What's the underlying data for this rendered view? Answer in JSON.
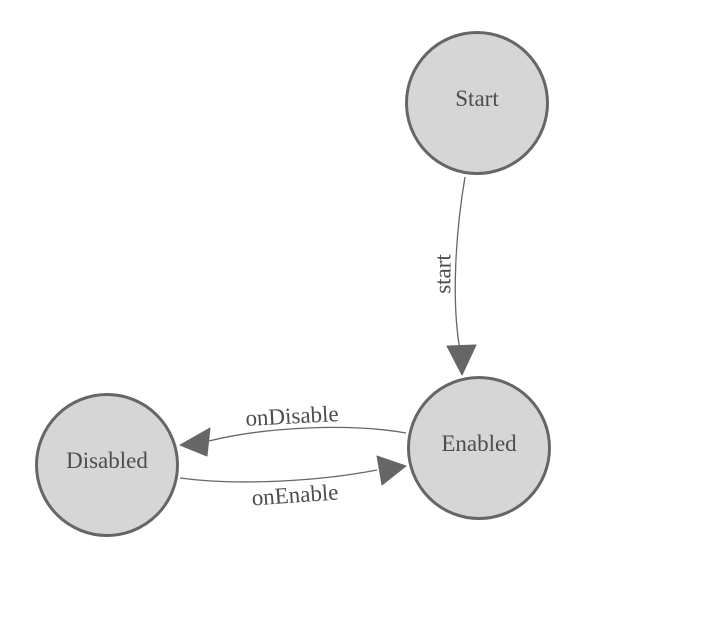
{
  "diagram": {
    "type": "finite-state-machine",
    "colors": {
      "background": "#ffffff",
      "node_fill": "#d6d6d6",
      "node_stroke": "#666666",
      "edge_stroke": "#666666",
      "arrow_fill": "#666666",
      "text": "#4d4d4d"
    },
    "nodes": [
      {
        "id": "start",
        "label": "Start"
      },
      {
        "id": "enabled",
        "label": "Enabled"
      },
      {
        "id": "disabled",
        "label": "Disabled"
      }
    ],
    "edges": [
      {
        "from": "Start",
        "to": "Enabled",
        "label": "start"
      },
      {
        "from": "Enabled",
        "to": "Disabled",
        "label": "onDisable"
      },
      {
        "from": "Disabled",
        "to": "Enabled",
        "label": "onEnable"
      }
    ]
  }
}
